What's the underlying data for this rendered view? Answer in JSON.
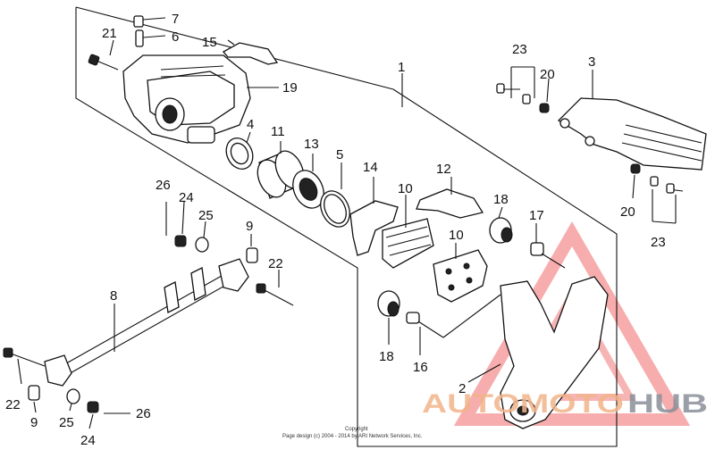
{
  "diagram": {
    "frame_title_ref": "1",
    "parts": [
      {
        "ref": "1"
      },
      {
        "ref": "2"
      },
      {
        "ref": "3"
      },
      {
        "ref": "4"
      },
      {
        "ref": "5"
      },
      {
        "ref": "6"
      },
      {
        "ref": "7"
      },
      {
        "ref": "8"
      },
      {
        "ref": "9"
      },
      {
        "ref": "10"
      },
      {
        "ref": "11"
      },
      {
        "ref": "12"
      },
      {
        "ref": "13"
      },
      {
        "ref": "14"
      },
      {
        "ref": "15"
      },
      {
        "ref": "16"
      },
      {
        "ref": "17"
      },
      {
        "ref": "18"
      },
      {
        "ref": "19"
      },
      {
        "ref": "20"
      },
      {
        "ref": "21"
      },
      {
        "ref": "22"
      },
      {
        "ref": "23"
      },
      {
        "ref": "24"
      },
      {
        "ref": "25"
      },
      {
        "ref": "26"
      }
    ],
    "labels": {
      "l1": "1",
      "l2": "2",
      "l3": "3",
      "l4": "4",
      "l5": "5",
      "l6": "6",
      "l7": "7",
      "l8": "8",
      "l9a": "9",
      "l9b": "9",
      "l10a": "10",
      "l10b": "10",
      "l11": "11",
      "l12": "12",
      "l13": "13",
      "l14": "14",
      "l15": "15",
      "l16": "16",
      "l17": "17",
      "l18a": "18",
      "l18b": "18",
      "l19": "19",
      "l20a": "20",
      "l20b": "20",
      "l21": "21",
      "l22a": "22",
      "l22b": "22",
      "l23a": "23",
      "l23b": "23",
      "l24a": "24",
      "l24b": "24",
      "l25a": "25",
      "l25b": "25",
      "l26a": "26",
      "l26b": "26"
    }
  },
  "footer": {
    "line1": "Copyright",
    "line2": "Page design (c) 2004 - 2014 by ARI Network Services, Inc."
  },
  "watermark": {
    "word_left": "AUTOMOTO",
    "word_right": "HUB",
    "color_triangle": "#f06a6a",
    "color_auto": "#f2b48a",
    "color_hub": "#8a8f99"
  }
}
